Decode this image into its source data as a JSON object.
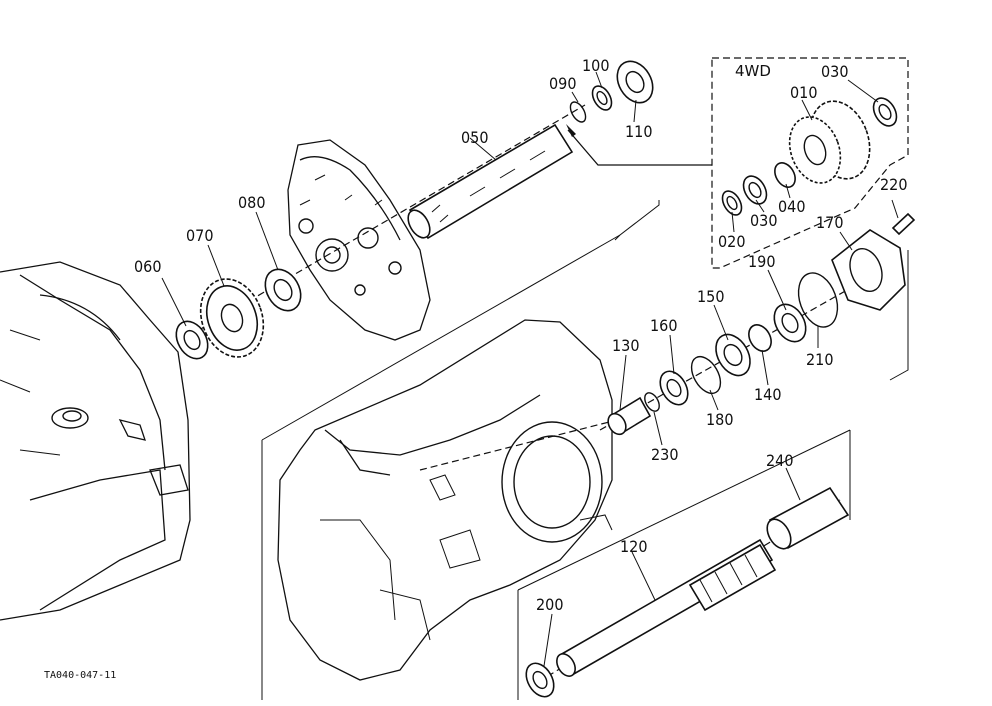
{
  "diagram": {
    "drawing_code": "TA040-047-11",
    "group_box_title": "4WD",
    "part_labels": {
      "p010": "010",
      "p020": "020",
      "p030a": "030",
      "p030b": "030",
      "p040": "040",
      "p050": "050",
      "p060": "060",
      "p070": "070",
      "p080": "080",
      "p090": "090",
      "p100": "100",
      "p110": "110",
      "p120": "120",
      "p130": "130",
      "p140": "140",
      "p150": "150",
      "p160": "160",
      "p170": "170",
      "p180": "180",
      "p190": "190",
      "p200": "200",
      "p210": "210",
      "p220": "220",
      "p230": "230",
      "p240": "240"
    }
  }
}
